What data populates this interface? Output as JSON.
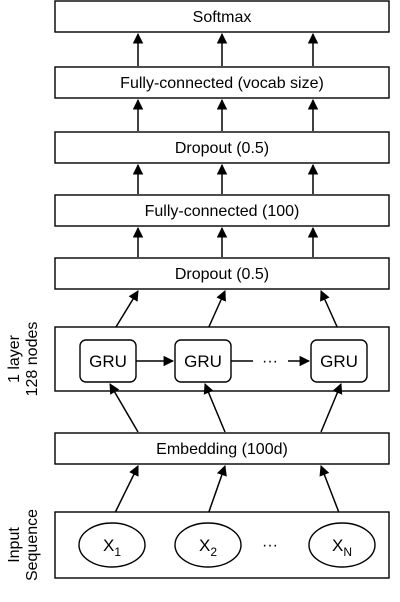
{
  "layers": {
    "softmax": "Softmax",
    "fc_vocab": "Fully-connected (vocab size)",
    "dropout_top": "Dropout (0.5)",
    "fc_100": "Fully-connected (100)",
    "dropout_bottom": "Dropout (0.5)",
    "embedding": "Embedding (100d)"
  },
  "gru": {
    "side_label_line1": "1 layer",
    "side_label_line2": "128 nodes",
    "cells": [
      "GRU",
      "GRU",
      "GRU"
    ],
    "ellipsis": "···"
  },
  "input": {
    "side_label_line1": "Input",
    "side_label_line2": "Sequence",
    "tokens": [
      {
        "base": "X",
        "sub": "1"
      },
      {
        "base": "X",
        "sub": "2"
      },
      {
        "base": "X",
        "sub": "N"
      }
    ],
    "ellipsis": "···"
  }
}
